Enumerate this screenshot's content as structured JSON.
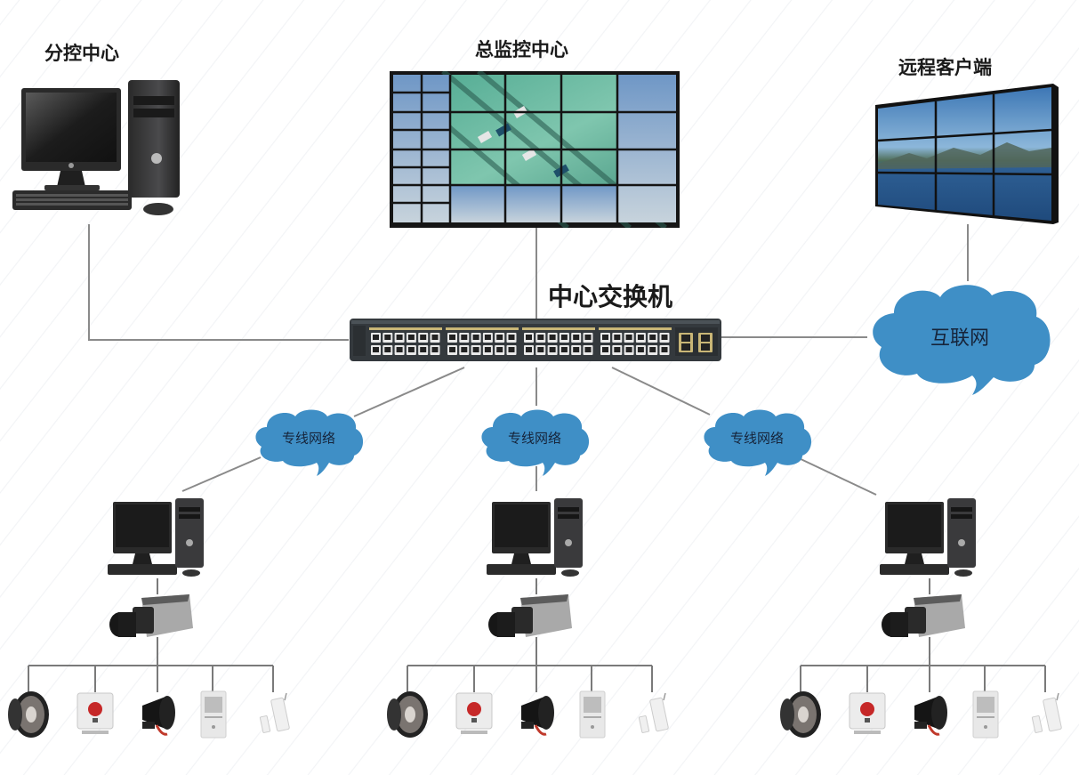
{
  "diagram": {
    "title_nodes": {
      "branch_center": "分控中心",
      "main_center": "总监控中心",
      "remote_client": "远程客户端",
      "core_switch": "中心交换机"
    },
    "clouds": {
      "internet": "互联网",
      "dedicated_lines": [
        "专线网络",
        "专线网络",
        "专线网络"
      ]
    },
    "branches": [
      {
        "devices": [
          "speaker",
          "emergency-button",
          "siren",
          "pir-detector",
          "door-sensor"
        ]
      },
      {
        "devices": [
          "speaker",
          "emergency-button",
          "siren",
          "pir-detector",
          "door-sensor"
        ]
      },
      {
        "devices": [
          "speaker",
          "emergency-button",
          "siren",
          "pir-detector",
          "door-sensor"
        ]
      }
    ],
    "colors": {
      "cloud": "#3f8fc6",
      "wire": "#8a8a8a",
      "text": "#1a1a1a"
    }
  }
}
